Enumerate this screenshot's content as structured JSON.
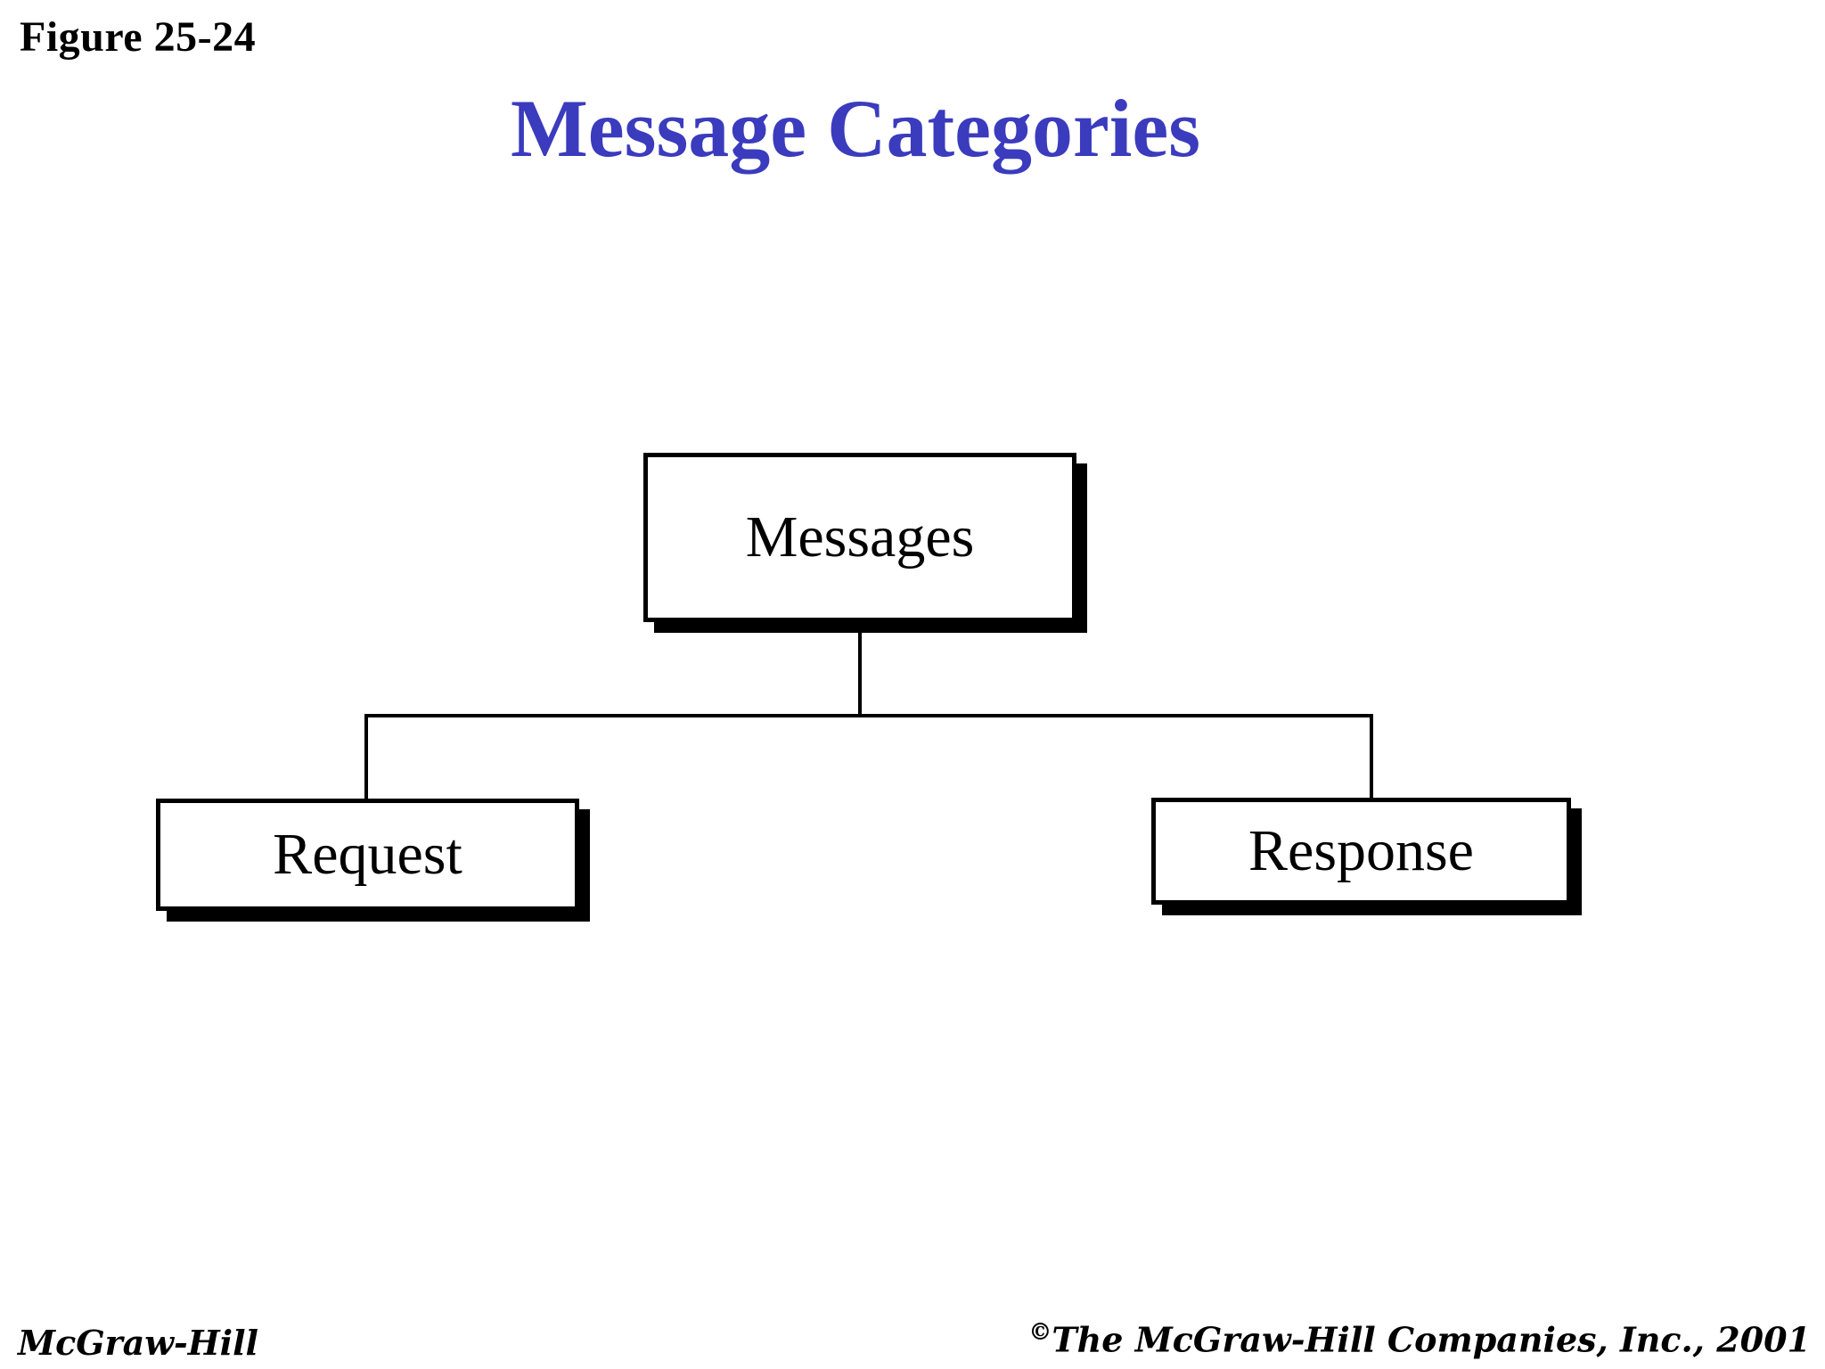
{
  "figure_label": "Figure 25-24",
  "title": "Message Categories",
  "colors": {
    "title_blue": "#3B3BBE",
    "ink_black": "#000000",
    "background": "#FFFFFF"
  },
  "diagram": {
    "type": "tree",
    "nodes": {
      "messages": {
        "label": "Messages"
      },
      "request": {
        "label": "Request"
      },
      "response": {
        "label": "Response"
      }
    },
    "edges": [
      {
        "from": "Messages",
        "to": "Request"
      },
      {
        "from": "Messages",
        "to": "Response"
      }
    ]
  },
  "footer": {
    "left": "McGraw-Hill",
    "copyright_symbol": "©",
    "right": "The McGraw-Hill Companies, Inc., 2001"
  }
}
